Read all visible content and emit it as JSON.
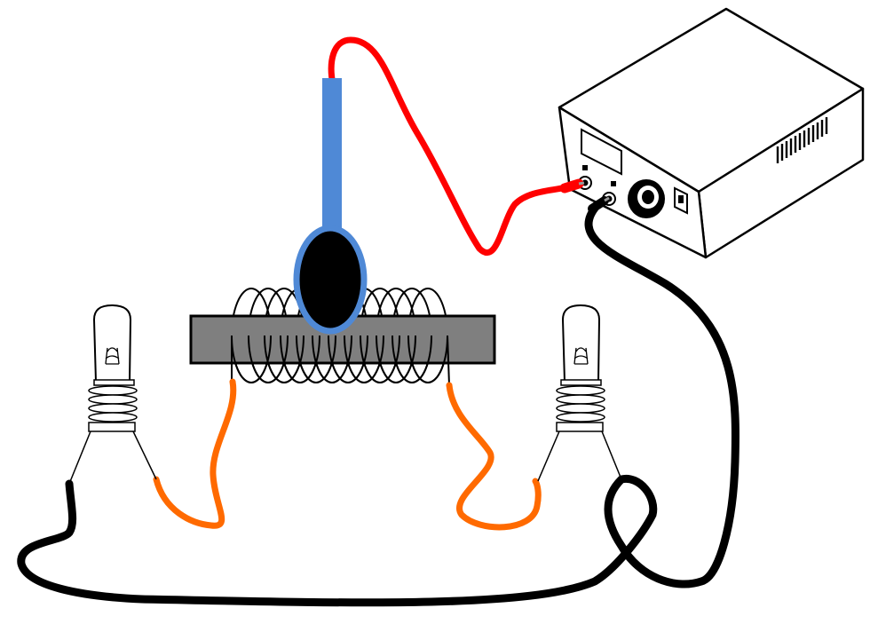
{
  "diagram": {
    "components": [
      {
        "id": "power-supply",
        "icon": "power-supply-icon"
      },
      {
        "id": "probe",
        "icon": "electrode-probe-icon"
      },
      {
        "id": "core",
        "icon": "iron-core-icon"
      },
      {
        "id": "coil",
        "icon": "coil-icon"
      },
      {
        "id": "bulb-left",
        "icon": "light-bulb-icon"
      },
      {
        "id": "bulb-right",
        "icon": "light-bulb-icon"
      }
    ],
    "wires": [
      {
        "id": "probe-to-supply",
        "color": "#ff0000"
      },
      {
        "id": "supply-to-circuit",
        "color": "#000000"
      },
      {
        "id": "coil-left-lead",
        "color": "#ff6a00"
      },
      {
        "id": "coil-right-lead",
        "color": "#ff6a00"
      }
    ]
  },
  "colors": {
    "probe_handle": "#4f89d6",
    "probe_head": "#000000",
    "core": "#7f7f7f",
    "supply_body": "#ffffff",
    "outline": "#000000"
  }
}
